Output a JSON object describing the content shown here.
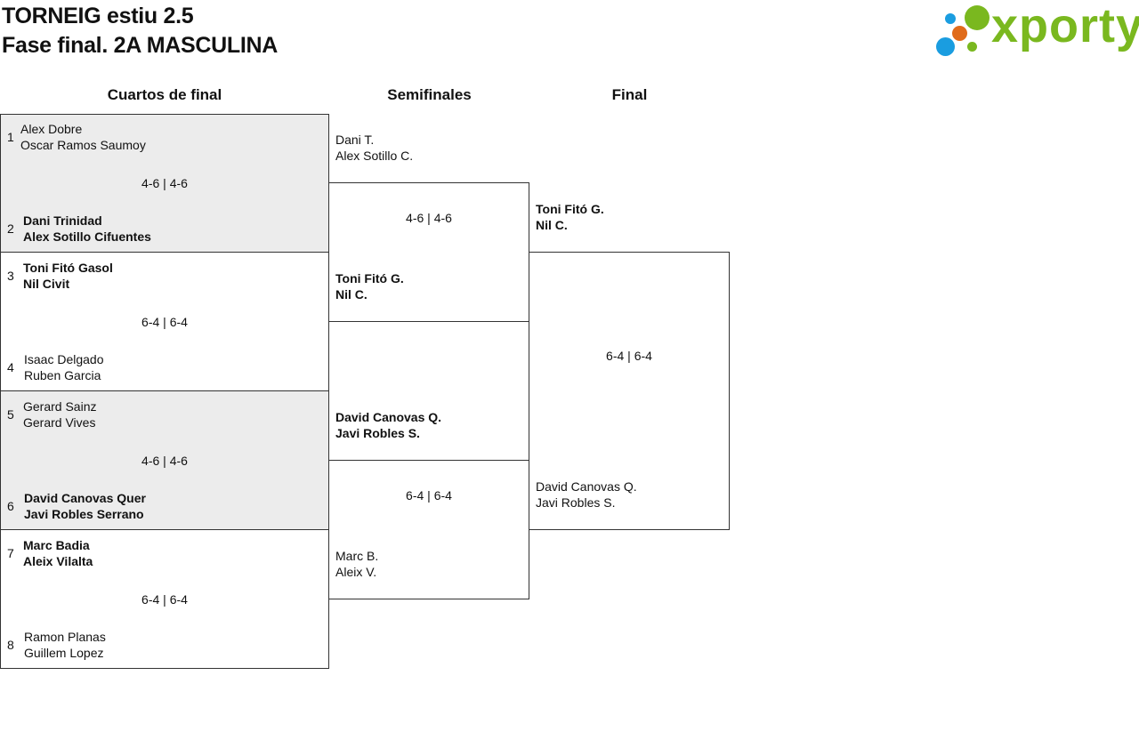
{
  "header": {
    "line1": "TORNEIG estiu 2.5",
    "line2": "Fase final. 2A MASCULINA"
  },
  "logo": {
    "text": "xporty",
    "dot_colors": [
      "#7ab81f",
      "#1a9de0",
      "#e06b1a"
    ]
  },
  "rounds": {
    "qf": "Cuartos de final",
    "sf": "Semifinales",
    "final": "Final"
  },
  "quarterfinals": [
    {
      "top": {
        "seed": "1",
        "p1": "Alex Dobre",
        "p2": "Oscar Ramos Saumoy"
      },
      "bottom": {
        "seed": "2",
        "p1": "Dani Trinidad",
        "p2": "Alex Sotillo Cifuentes"
      },
      "score": "4-6 | 4-6"
    },
    {
      "top": {
        "seed": "3",
        "p1": "Toni Fitó Gasol",
        "p2": "Nil Civit"
      },
      "bottom": {
        "seed": "4",
        "p1": "Isaac Delgado",
        "p2": "Ruben Garcia"
      },
      "score": "6-4 | 6-4"
    },
    {
      "top": {
        "seed": "5",
        "p1": "Gerard Sainz",
        "p2": "Gerard Vives"
      },
      "bottom": {
        "seed": "6",
        "p1": "David Canovas Quer",
        "p2": "Javi Robles Serrano"
      },
      "score": "4-6 | 4-6"
    },
    {
      "top": {
        "seed": "7",
        "p1": "Marc Badia",
        "p2": "Aleix Vilalta"
      },
      "bottom": {
        "seed": "8",
        "p1": "Ramon Planas",
        "p2": "Guillem Lopez"
      },
      "score": "6-4 | 6-4"
    }
  ],
  "semifinals": [
    {
      "top": {
        "p1": "Dani T.",
        "p2": "Alex Sotillo C."
      },
      "bottom": {
        "p1": "Toni Fitó G.",
        "p2": "Nil C."
      },
      "score": "4-6 | 4-6"
    },
    {
      "top": {
        "p1": "David Canovas Q.",
        "p2": "Javi Robles S."
      },
      "bottom": {
        "p1": "Marc B.",
        "p2": "Aleix V."
      },
      "score": "6-4 | 6-4"
    }
  ],
  "final": {
    "top": {
      "p1": "Toni Fitó G.",
      "p2": "Nil C."
    },
    "bottom": {
      "p1": "David Canovas Q.",
      "p2": "Javi Robles S."
    },
    "score": "6-4 | 6-4"
  }
}
